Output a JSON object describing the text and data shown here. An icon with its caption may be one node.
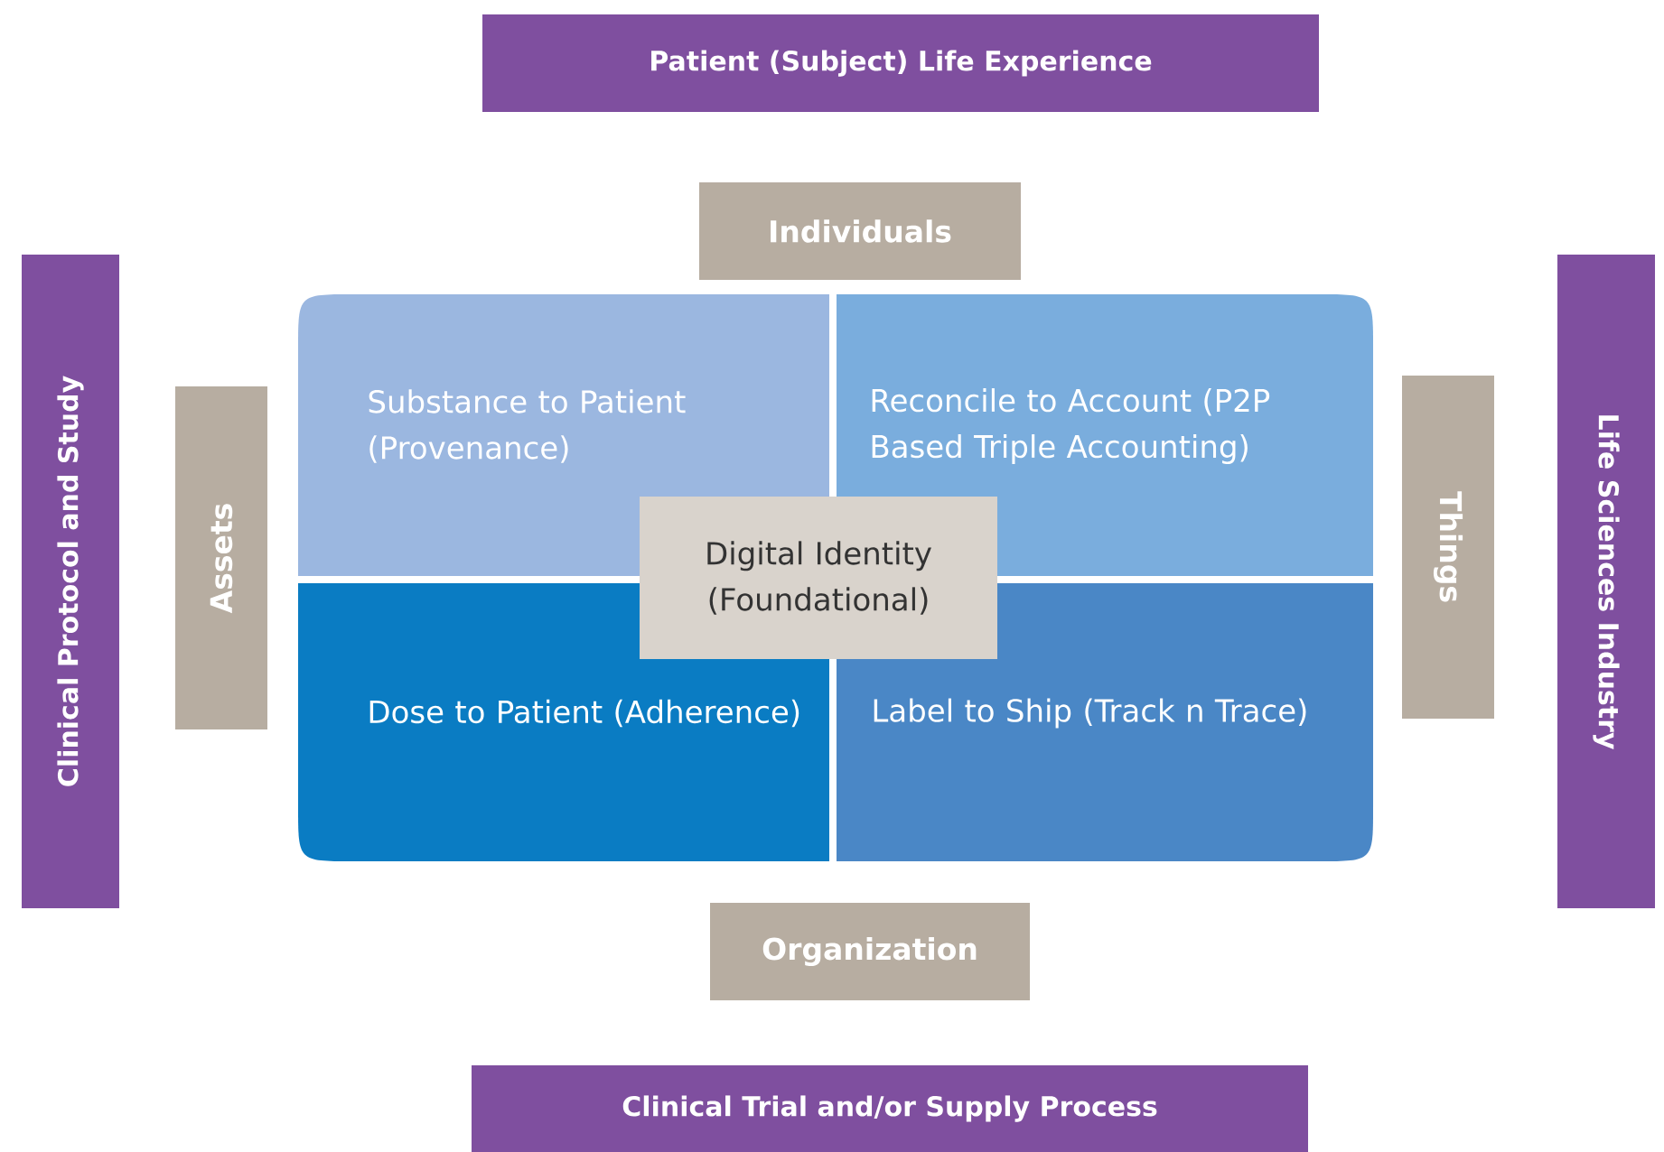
{
  "diagram": {
    "nodes": [
      {
        "text": [
          "Patient (Subject) Life Experience"
        ]
      },
      {
        "text": [
          "Individuals"
        ]
      },
      {
        "text": [
          "Clinical Protocol and Study"
        ]
      },
      {
        "text": [
          "Assets"
        ]
      },
      {
        "text": [
          "Substance to Patient (Provenance)"
        ]
      },
      {
        "text": [
          "Reconcile to Account (P2P Based Triple Accounting)"
        ]
      },
      {
        "text": [
          "Digital Identity (Foundational)"
        ]
      },
      {
        "text": [
          "Dose to Patient (Adherence)"
        ]
      },
      {
        "text": [
          "Label to Ship (Track n Trace)"
        ]
      },
      {
        "text": [
          "Things"
        ]
      },
      {
        "text": [
          "Life Sciences Industry"
        ]
      },
      {
        "text": [
          "Organization"
        ]
      },
      {
        "text": [
          "Clinical Trial  and/or Supply Process"
        ]
      }
    ]
  }
}
